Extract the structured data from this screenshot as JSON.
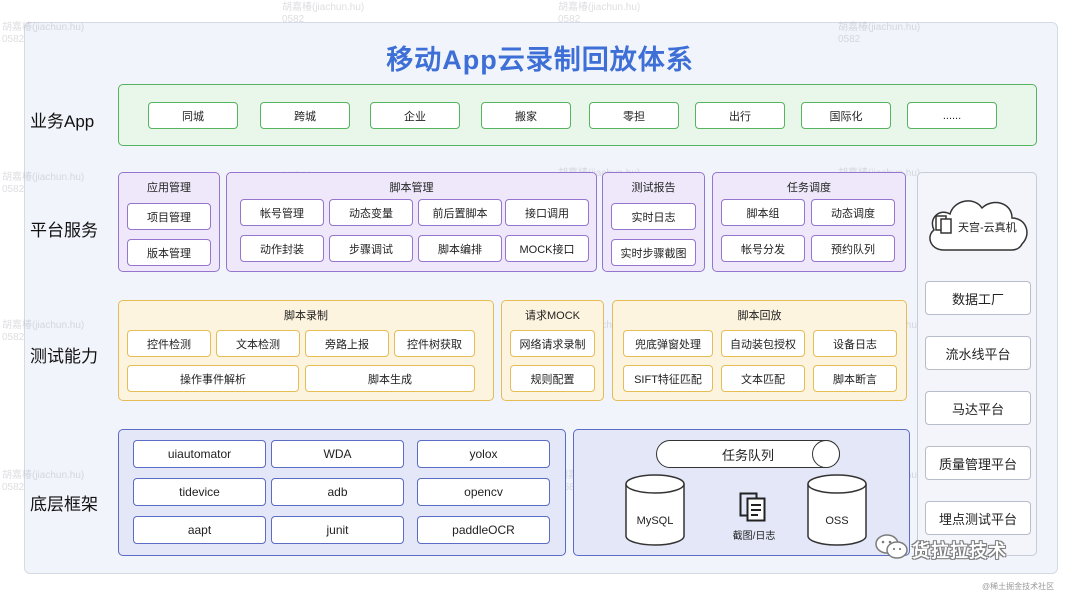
{
  "title": "移动App云录制回放体系",
  "rows": {
    "business": "业务App",
    "platform": "平台服务",
    "testing": "测试能力",
    "base": "底层框架"
  },
  "business_apps": [
    "同城",
    "跨城",
    "企业",
    "搬家",
    "零担",
    "出行",
    "国际化",
    "......"
  ],
  "platform": {
    "app_mgmt": {
      "title": "应用管理",
      "items": [
        "项目管理",
        "版本管理"
      ]
    },
    "script_mgmt": {
      "title": "脚本管理",
      "items": [
        "帐号管理",
        "动态变量",
        "前后置脚本",
        "接口调用",
        "动作封装",
        "步骤调试",
        "脚本编排",
        "MOCK接口"
      ]
    },
    "test_report": {
      "title": "测试报告",
      "items": [
        "实时日志",
        "实时步骤截图"
      ]
    },
    "task_sched": {
      "title": "任务调度",
      "items": [
        "脚本组",
        "动态调度",
        "帐号分发",
        "预约队列"
      ]
    }
  },
  "testing": {
    "script_record": {
      "title": "脚本录制",
      "items": [
        "控件检测",
        "文本检测",
        "旁路上报",
        "控件树获取",
        "操作事件解析",
        "脚本生成"
      ]
    },
    "request_mock": {
      "title": "请求MOCK",
      "items": [
        "网络请求录制",
        "规则配置"
      ]
    },
    "script_replay": {
      "title": "脚本回放",
      "items": [
        "兜底弹窗处理",
        "自动装包授权",
        "设备日志",
        "SIFT特征匹配",
        "文本匹配",
        "脚本断言"
      ]
    }
  },
  "base": {
    "frameworks": [
      "uiautomator",
      "WDA",
      "yolox",
      "tidevice",
      "adb",
      "opencv",
      "aapt",
      "junit",
      "paddleOCR"
    ],
    "task_queue": "任务队列",
    "mysql": "MySQL",
    "screenshot_log": "截图/日志",
    "oss": "OSS"
  },
  "side": {
    "cloud": "天宫-云真机",
    "platforms": [
      "数据工厂",
      "流水线平台",
      "马达平台",
      "质量管理平台",
      "埋点测试平台"
    ]
  },
  "watermark": {
    "name": "胡嘉椿(jiachun.hu)",
    "id": "0582"
  },
  "brand": "货拉拉技术",
  "credit": "@稀土掘金技术社区",
  "colors": {
    "title": "#3d6fd6",
    "green": "#56b35f",
    "purple": "#9575cd",
    "yellow": "#e6bd55",
    "blue": "#5a6cc4"
  }
}
